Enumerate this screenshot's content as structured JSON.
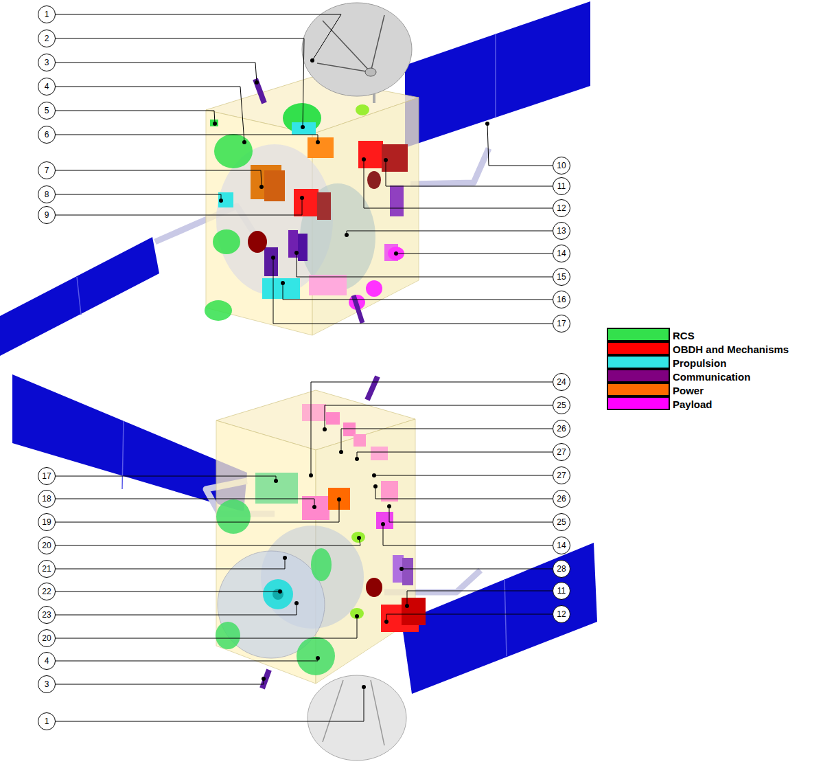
{
  "diagram": {
    "nodes": [
      {
        "text": [
          "1"
        ]
      },
      {
        "text": [
          "2"
        ]
      },
      {
        "text": [
          "3"
        ]
      },
      {
        "text": [
          "4"
        ]
      },
      {
        "text": [
          "5"
        ]
      },
      {
        "text": [
          "6"
        ]
      },
      {
        "text": [
          "7"
        ]
      },
      {
        "text": [
          "8"
        ]
      },
      {
        "text": [
          "9"
        ]
      },
      {
        "text": [
          "10"
        ]
      },
      {
        "text": [
          "11"
        ]
      },
      {
        "text": [
          "12"
        ]
      },
      {
        "text": [
          "13"
        ]
      },
      {
        "text": [
          "14"
        ]
      },
      {
        "text": [
          "15"
        ]
      },
      {
        "text": [
          "16"
        ]
      },
      {
        "text": [
          "17"
        ]
      },
      {
        "text": [
          "17"
        ]
      },
      {
        "text": [
          "18"
        ]
      },
      {
        "text": [
          "19"
        ]
      },
      {
        "text": [
          "20"
        ]
      },
      {
        "text": [
          "21"
        ]
      },
      {
        "text": [
          "22"
        ]
      },
      {
        "text": [
          "23"
        ]
      },
      {
        "text": [
          "20"
        ]
      },
      {
        "text": [
          "4"
        ]
      },
      {
        "text": [
          "3"
        ]
      },
      {
        "text": [
          "1"
        ]
      },
      {
        "text": [
          "24"
        ]
      },
      {
        "text": [
          "25"
        ]
      },
      {
        "text": [
          "26"
        ]
      },
      {
        "text": [
          "27"
        ]
      },
      {
        "text": [
          "27"
        ]
      },
      {
        "text": [
          "26"
        ]
      },
      {
        "text": [
          "25"
        ]
      },
      {
        "text": [
          "14"
        ]
      },
      {
        "text": [
          "28"
        ]
      },
      {
        "text": [
          "11"
        ]
      },
      {
        "text": [
          "12"
        ]
      }
    ],
    "legend": [
      {
        "text": "RCS",
        "color": "#33e04c"
      },
      {
        "text": "OBDH and Mechanisms",
        "color": "#ff0000"
      },
      {
        "text": "Propulsion",
        "color": "#33e5e5"
      },
      {
        "text": "Communication",
        "color": "#800080"
      },
      {
        "text": "Power",
        "color": "#ff6a00"
      },
      {
        "text": "Payload",
        "color": "#ff00ff"
      }
    ]
  }
}
